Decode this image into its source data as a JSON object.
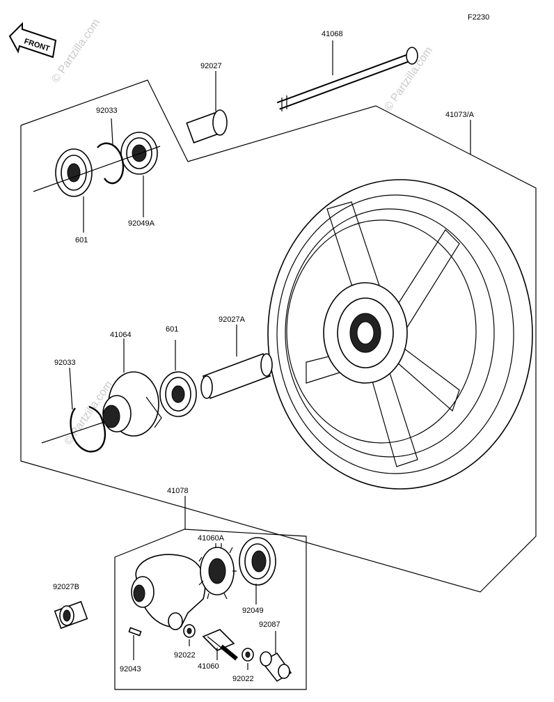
{
  "diagram_code": "F2230",
  "front_label": "FRONT",
  "watermark": "© Partzilla.com",
  "parts": {
    "axle": "41068",
    "collar_top": "92027",
    "circlip_top": "92033",
    "bearing_top_small": "92049A",
    "bearing_top": "601",
    "wheel": "41073/A",
    "collar_mid": "92027A",
    "bearing_mid": "601",
    "coupling": "41064",
    "circlip_mid": "92033",
    "gear_assy": "41078",
    "gear": "41060A",
    "seal": "92049",
    "collar_bottom": "92027B",
    "pin": "92043",
    "washer_1": "92022",
    "shaft_gear": "41060",
    "washer_2": "92022",
    "bushing": "92087"
  }
}
